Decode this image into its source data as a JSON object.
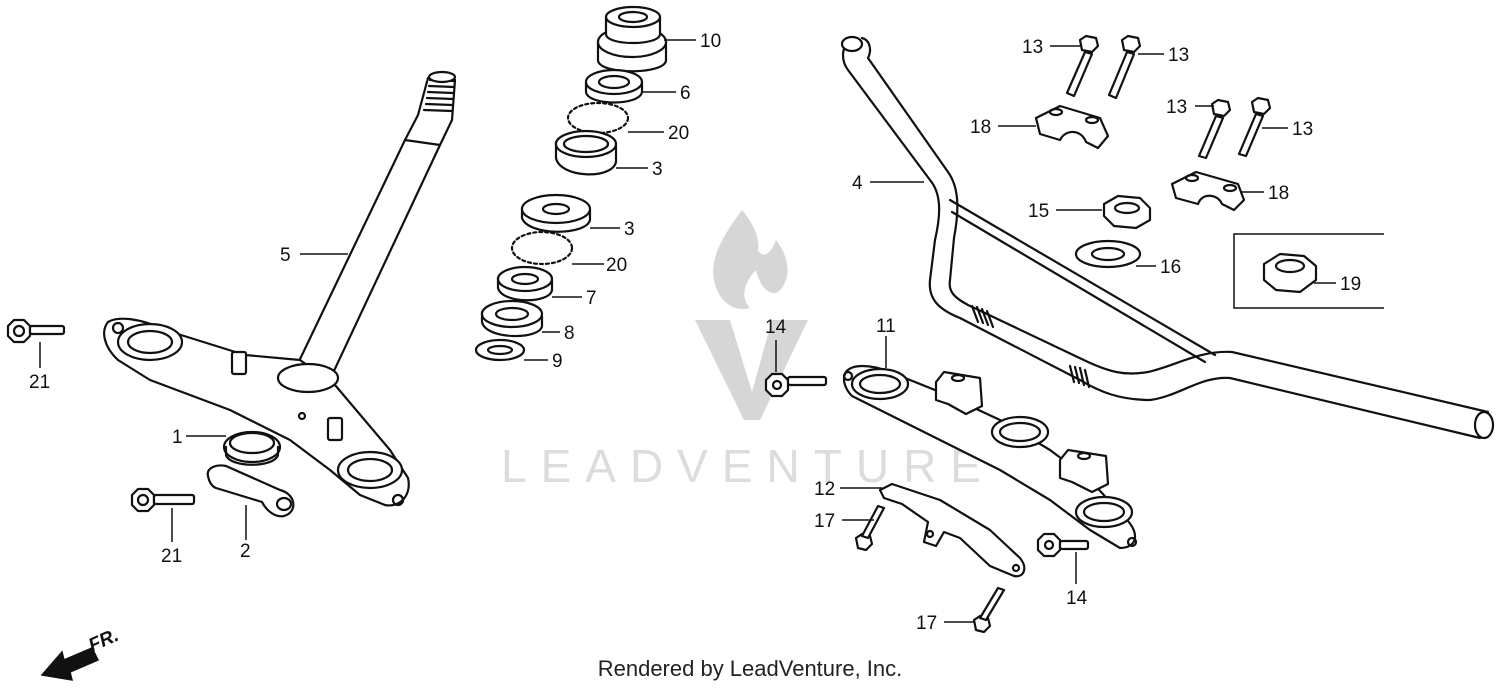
{
  "watermark": {
    "brand": "LEADVENTURE"
  },
  "orientation": {
    "label": "FR."
  },
  "footer": {
    "credit": "Rendered by LeadVenture, Inc."
  },
  "callouts": {
    "c1": "1",
    "c2": "2",
    "c3a": "3",
    "c3b": "3",
    "c4": "4",
    "c5": "5",
    "c6": "6",
    "c7": "7",
    "c8": "8",
    "c9": "9",
    "c10": "10",
    "c11": "11",
    "c12": "12",
    "c13a": "13",
    "c13b": "13",
    "c13c": "13",
    "c13d": "13",
    "c14a": "14",
    "c14b": "14",
    "c15": "15",
    "c16": "16",
    "c17a": "17",
    "c17b": "17",
    "c18a": "18",
    "c18b": "18",
    "c19": "19",
    "c20a": "20",
    "c20b": "20",
    "c21a": "21",
    "c21b": "21"
  }
}
